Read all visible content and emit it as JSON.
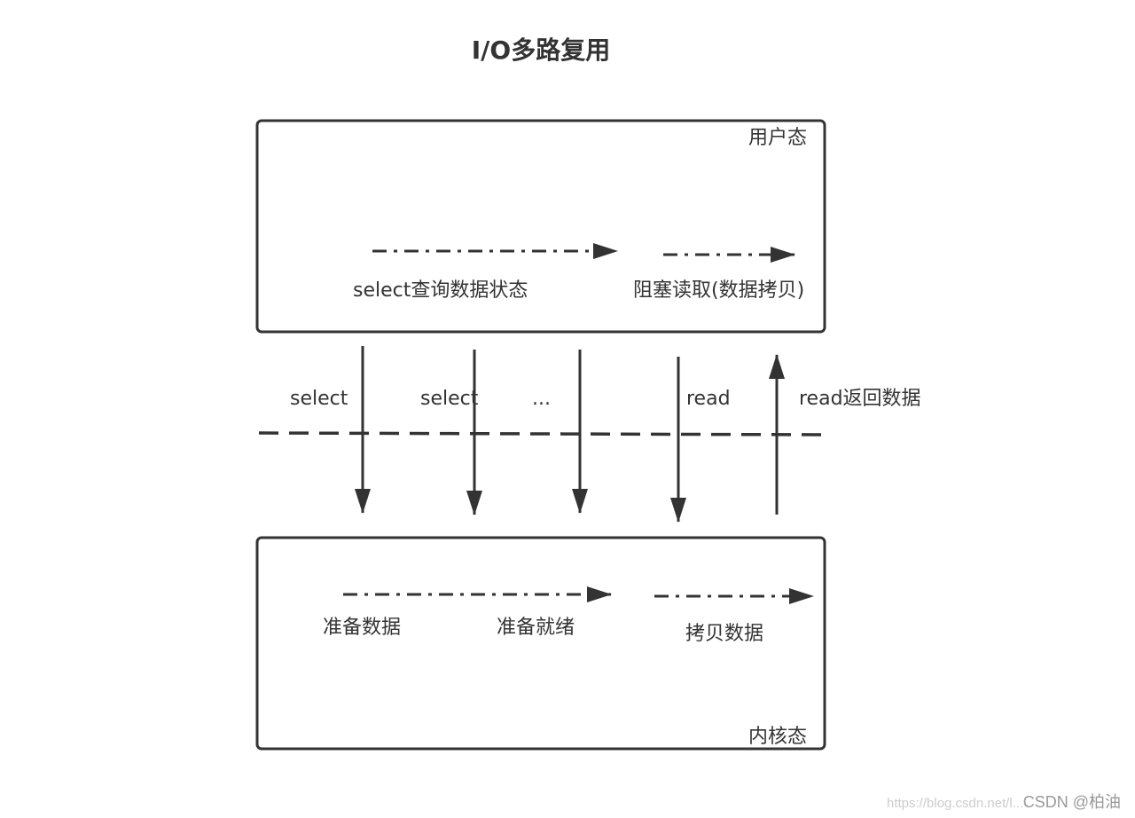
{
  "title": "I/O多路复用",
  "regions": {
    "user": "用户态",
    "kernel": "内核态"
  },
  "user_flow": {
    "select_query": "select查询数据状态",
    "blocking_read": "阻塞读取(数据拷贝)"
  },
  "kernel_flow": {
    "prepare": "准备数据",
    "ready": "准备就绪",
    "copy": "拷贝数据"
  },
  "calls": {
    "select_1": "select",
    "select_2": "select",
    "ellipsis": "...",
    "read": "read",
    "read_return": "read返回数据"
  },
  "watermark": {
    "url": "https://blog.csdn.net/l...",
    "brand": "CSDN @柏油"
  },
  "colors": {
    "stroke": "#333333",
    "text": "#333333",
    "background": "#ffffff"
  }
}
